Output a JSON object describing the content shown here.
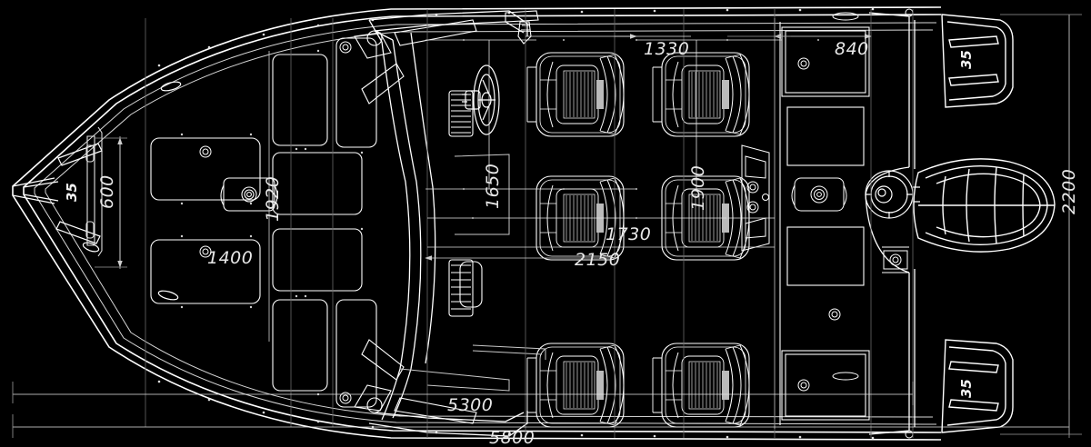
{
  "drawing": {
    "type": "boat-plan-view-technical-drawing",
    "background_color": "#000000",
    "line_color": "#ffffff",
    "dimension_text_color": "#e8e8e8"
  },
  "dimensions": {
    "overall_length": "5800",
    "hull_length": "5300",
    "beam": "2200",
    "bow_locker_width": "600",
    "bow_locker_length": "1400",
    "forward_cockpit_length": "1920",
    "cockpit_width": "1650",
    "console_to_seat": "1330",
    "aft_locker": "840",
    "aft_width": "1900",
    "seat_spacing": "1730",
    "cockpit_total": "2150"
  },
  "labels": {
    "bow_cleat": "35",
    "stern_platform_upper": "35",
    "stern_platform_lower": "35"
  }
}
